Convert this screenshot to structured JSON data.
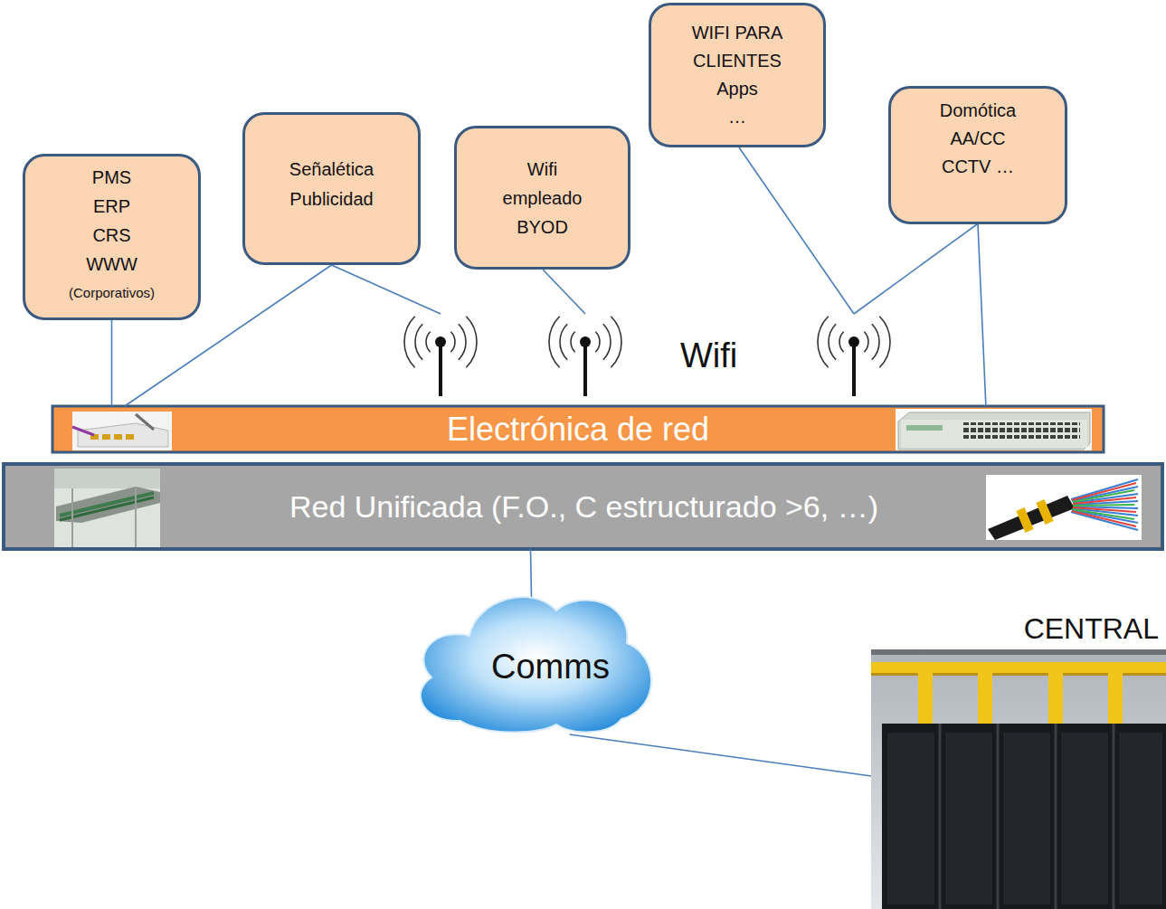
{
  "diagram": {
    "nodes": [
      {
        "text": [
          "PMS ERP CRS WWW",
          "(Corporativos)"
        ]
      },
      {
        "text": [
          "Señalética Publicidad"
        ]
      },
      {
        "text": [
          "Wifi empleado BYOD"
        ]
      },
      {
        "text": [
          "WIFI PARA CLIENTES",
          "Apps …"
        ]
      },
      {
        "text": [
          "Domótica AA/CC CCTV …"
        ]
      },
      {
        "text": [
          "Electrónica de red"
        ]
      },
      {
        "text": [
          "Red Unificada (F.O., C estructurado >6, …)"
        ]
      },
      {
        "text": [
          "Comms"
        ]
      },
      {
        "text": [
          "CENTRAL"
        ]
      }
    ],
    "edges": [
      {
        "from": 0,
        "to": 5,
        "arrow": "none"
      },
      {
        "from": 1,
        "to": 5,
        "arrow": "none"
      },
      {
        "from": 4,
        "to": 5,
        "arrow": "none"
      },
      {
        "from": 6,
        "to": 7,
        "arrow": "none"
      },
      {
        "from": 7,
        "to": 8,
        "arrow": "none"
      }
    ],
    "labels": [
      "Wifi"
    ]
  }
}
